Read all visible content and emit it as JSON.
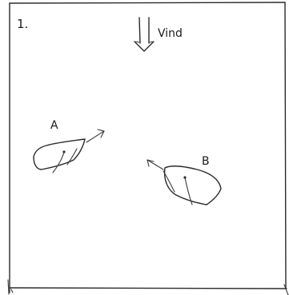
{
  "panel": {
    "number": "1.",
    "wind_label": "Vind"
  },
  "boats": [
    {
      "label": "A"
    },
    {
      "label": "B"
    }
  ],
  "icons": {
    "wind": "down-arrow-icon",
    "boat_a_heading": "arrow-icon",
    "boat_b_heading": "arrow-icon"
  }
}
